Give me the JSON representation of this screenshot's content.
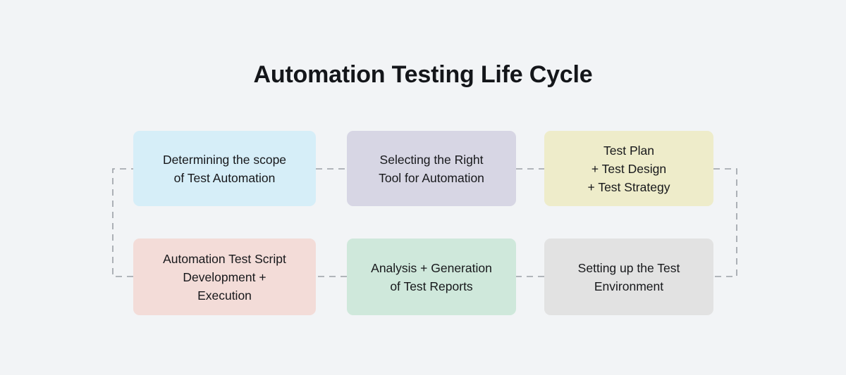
{
  "page": {
    "title": "Automation Testing Life Cycle",
    "background_color": "#f2f4f6",
    "title_color": "#14161a"
  },
  "diagram": {
    "type": "process-flow",
    "layout": "serpentine-2-rows-3-columns",
    "connector_style": "dashed",
    "connector_color": "#9aa0a6",
    "stages": [
      {
        "order": 1,
        "label": "Determining the scope\nof Test Automation",
        "color": "#d6eef8",
        "row": 1,
        "column": 1
      },
      {
        "order": 2,
        "label": "Selecting the Right\nTool for Automation",
        "color": "#d7d6e4",
        "row": 1,
        "column": 2
      },
      {
        "order": 3,
        "label": "Test Plan\n+ Test Design\n+ Test Strategy",
        "color": "#eeecca",
        "row": 1,
        "column": 3
      },
      {
        "order": 4,
        "label": "Setting up the Test\nEnvironment",
        "color": "#e2e2e2",
        "row": 2,
        "column": 3
      },
      {
        "order": 5,
        "label": "Analysis + Generation\nof Test Reports",
        "color": "#cfe8db",
        "row": 2,
        "column": 2
      },
      {
        "order": 6,
        "label": "Automation Test Script\nDevelopment +\nExecution",
        "color": "#f3dcd8",
        "row": 2,
        "column": 1
      }
    ]
  }
}
